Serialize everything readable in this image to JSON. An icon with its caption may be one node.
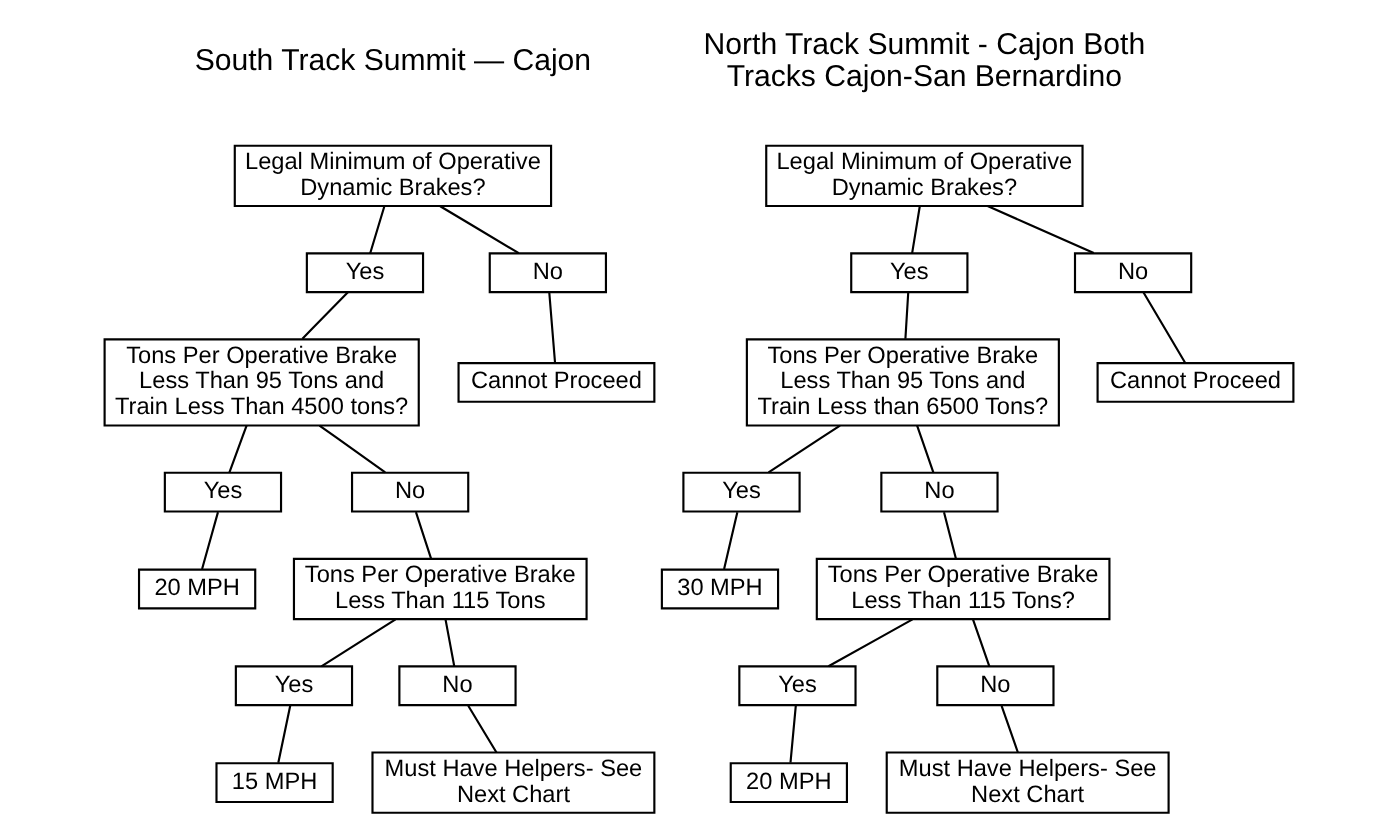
{
  "diagram": {
    "nodes": [
      {
        "text": [
          "Legal Minimum of Operative Dynamic Brakes?"
        ]
      },
      {
        "text": [
          "Yes"
        ]
      },
      {
        "text": [
          "No"
        ]
      },
      {
        "text": [
          "Tons Per Operative Brake Less Than 95 Tons and Train Less Than 4500 tons?"
        ]
      },
      {
        "text": [
          "Cannot Proceed"
        ]
      },
      {
        "text": [
          "Yes"
        ]
      },
      {
        "text": [
          "No"
        ]
      },
      {
        "text": [
          "20 MPH"
        ]
      },
      {
        "text": [
          "Tons Per Operative Brake Less Than 115 Tons"
        ]
      },
      {
        "text": [
          "Yes"
        ]
      },
      {
        "text": [
          "No"
        ]
      },
      {
        "text": [
          "15 MPH"
        ]
      },
      {
        "text": [
          "Must Have Helpers- See Next Chart"
        ]
      },
      {
        "text": [
          "Legal Minimum of Operative Dynamic Brakes?"
        ]
      },
      {
        "text": [
          "Yes"
        ]
      },
      {
        "text": [
          "No"
        ]
      },
      {
        "text": [
          "Tons Per Operative Brake Less Than 95 Tons and Train Less than 6500 Tons?"
        ]
      },
      {
        "text": [
          "Cannot Proceed"
        ]
      },
      {
        "text": [
          "Yes"
        ]
      },
      {
        "text": [
          "No"
        ]
      },
      {
        "text": [
          "30 MPH"
        ]
      },
      {
        "text": [
          "Tons Per Operative Brake Less Than 115 Tons?"
        ]
      },
      {
        "text": [
          "Yes"
        ]
      },
      {
        "text": [
          "No"
        ]
      },
      {
        "text": [
          "20 MPH"
        ]
      },
      {
        "text": [
          "Must Have Helpers- See Next Chart"
        ]
      }
    ],
    "edges": [
      {
        "from": 0,
        "to": 1,
        "arrow": "none"
      },
      {
        "from": 0,
        "to": 2,
        "arrow": "none"
      },
      {
        "from": 1,
        "to": 3,
        "arrow": "none"
      },
      {
        "from": 2,
        "to": 4,
        "arrow": "none"
      },
      {
        "from": 3,
        "to": 5,
        "arrow": "none"
      },
      {
        "from": 3,
        "to": 6,
        "arrow": "none"
      },
      {
        "from": 5,
        "to": 7,
        "arrow": "none"
      },
      {
        "from": 6,
        "to": 8,
        "arrow": "none"
      },
      {
        "from": 8,
        "to": 9,
        "arrow": "none"
      },
      {
        "from": 8,
        "to": 10,
        "arrow": "none"
      },
      {
        "from": 9,
        "to": 11,
        "arrow": "none"
      },
      {
        "from": 10,
        "to": 12,
        "arrow": "none"
      },
      {
        "from": 13,
        "to": 14,
        "arrow": "none"
      },
      {
        "from": 13,
        "to": 15,
        "arrow": "none"
      },
      {
        "from": 14,
        "to": 16,
        "arrow": "none"
      },
      {
        "from": 15,
        "to": 17,
        "arrow": "none"
      },
      {
        "from": 16,
        "to": 18,
        "arrow": "none"
      },
      {
        "from": 16,
        "to": 19,
        "arrow": "none"
      },
      {
        "from": 18,
        "to": 20,
        "arrow": "none"
      },
      {
        "from": 19,
        "to": 21,
        "arrow": "none"
      },
      {
        "from": 21,
        "to": 22,
        "arrow": "none"
      },
      {
        "from": 21,
        "to": 23,
        "arrow": "none"
      },
      {
        "from": 22,
        "to": 24,
        "arrow": "none"
      },
      {
        "from": 23,
        "to": 25,
        "arrow": "none"
      }
    ],
    "labels": [
      "South Track Summit — Cajon",
      "North Track Summit - Cajon Both Tracks Cajon-San Bernardino"
    ]
  }
}
